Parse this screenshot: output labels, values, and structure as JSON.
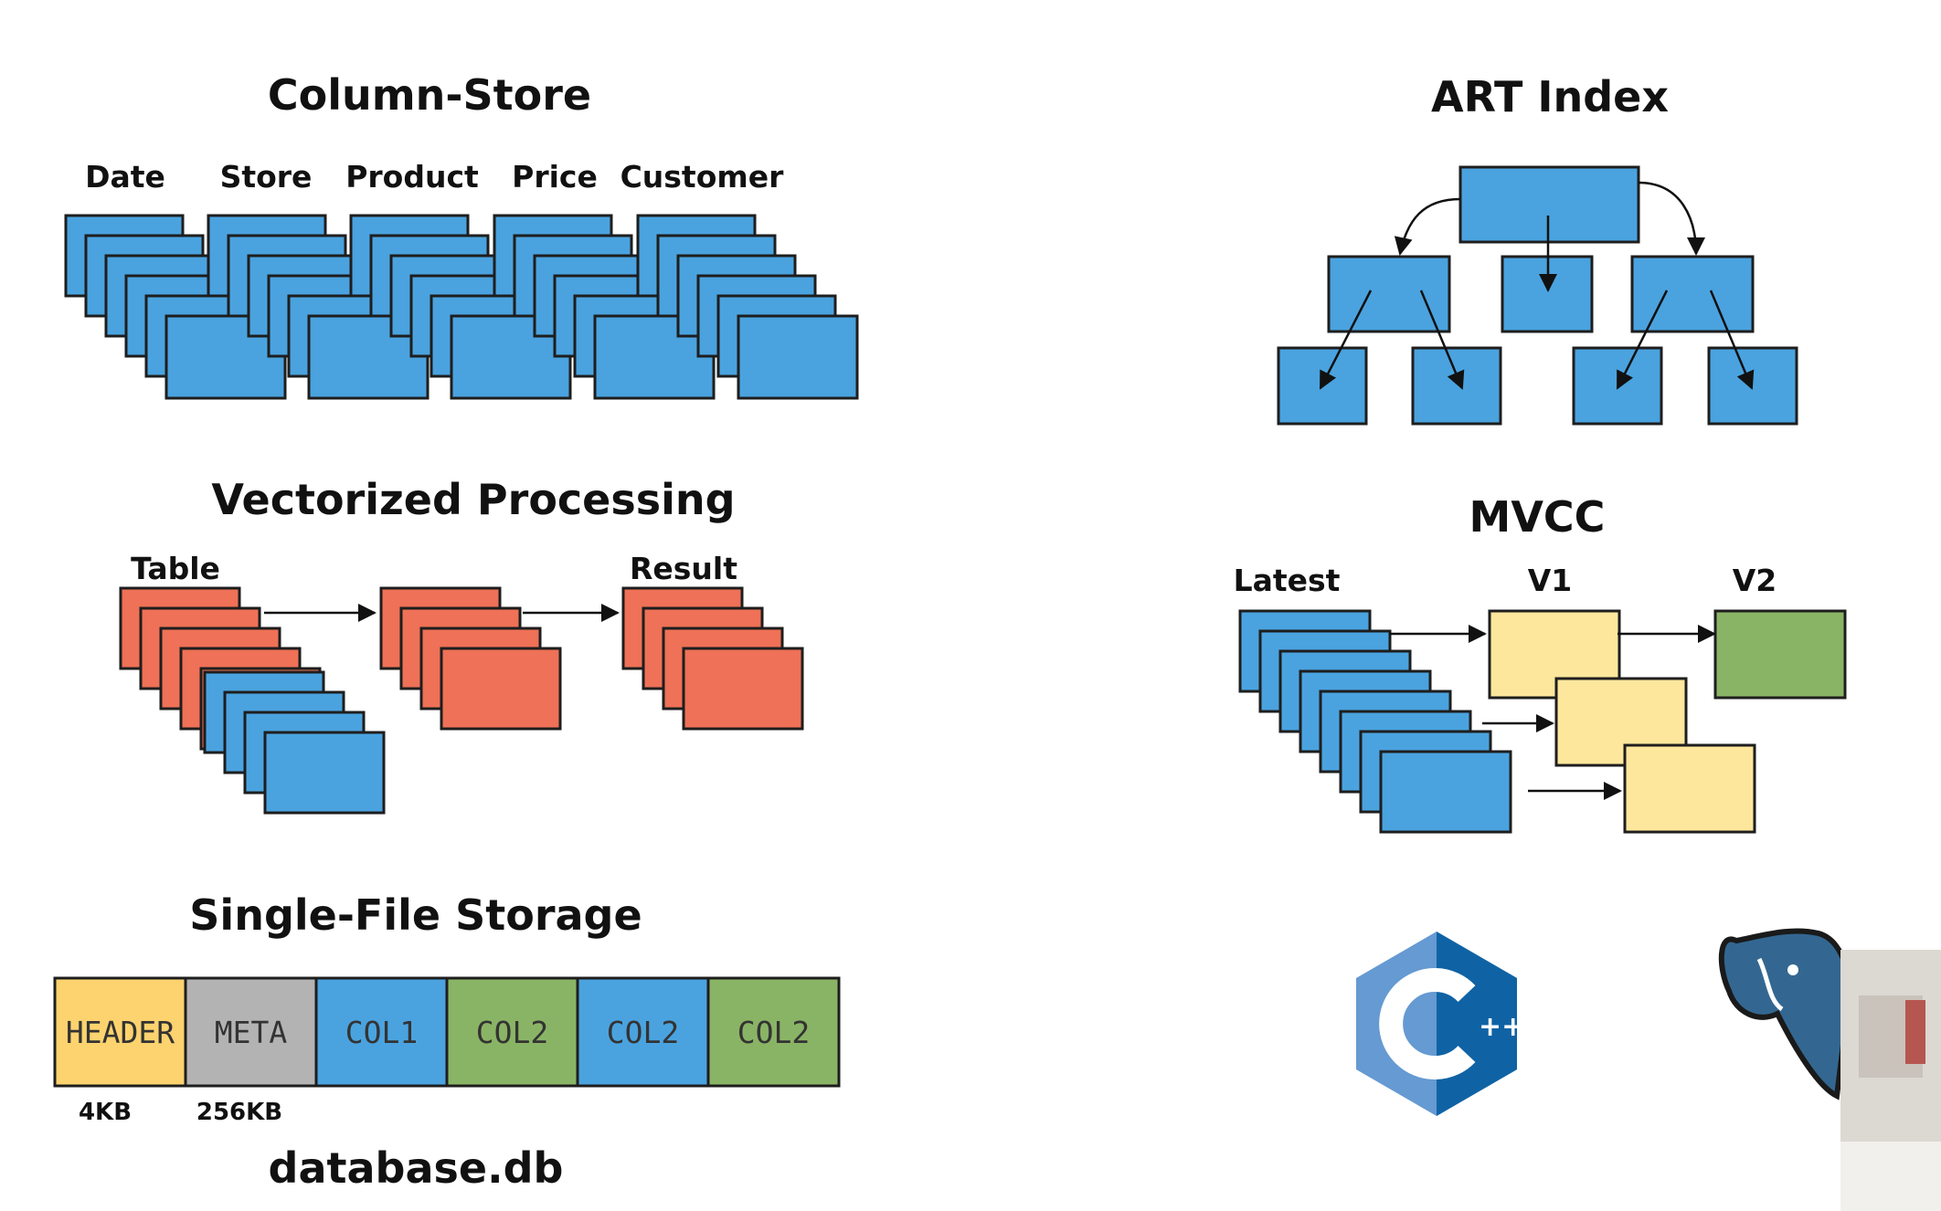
{
  "colors": {
    "blue": "#4aa3df",
    "red": "#ef7157",
    "yellow": "#fde79c",
    "green": "#8ab465",
    "gray": "#b3b3b3",
    "header_gold": "#fcd36e",
    "cpp_dark": "#00599c",
    "cpp_light": "#659ad2",
    "pg_blue": "#336791"
  },
  "column_store": {
    "title": "Column-Store",
    "columns": [
      "Date",
      "Store",
      "Product",
      "Price",
      "Customer"
    ]
  },
  "vectorized": {
    "title": "Vectorized Processing",
    "table_label": "Table",
    "result_label": "Result"
  },
  "single_file": {
    "title": "Single-File Storage",
    "segments": [
      {
        "label": "HEADER",
        "color": "#fcd36e"
      },
      {
        "label": "META",
        "color": "#b3b3b3"
      },
      {
        "label": "COL1",
        "color": "#4aa3df"
      },
      {
        "label": "COL2",
        "color": "#8ab465"
      },
      {
        "label": "COL2",
        "color": "#4aa3df"
      },
      {
        "label": "COL2",
        "color": "#8ab465"
      }
    ],
    "sizes": [
      "4KB",
      "256KB"
    ],
    "filename": "database.db"
  },
  "art_index": {
    "title": "ART Index"
  },
  "mvcc": {
    "title": "MVCC",
    "labels": [
      "Latest",
      "V1",
      "V2"
    ]
  },
  "logos": {
    "cpp_icon": "c-plus-plus-logo",
    "cpp_text": "++",
    "pg_icon": "postgresql-elephant-logo"
  }
}
